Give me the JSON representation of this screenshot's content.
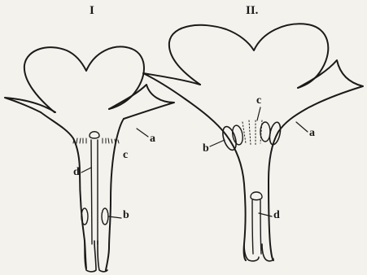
{
  "figures": [
    {
      "title": "I",
      "labels": {
        "a": "a",
        "b": "b",
        "c": "c",
        "d": "d"
      }
    },
    {
      "title": "II.",
      "labels": {
        "a": "a",
        "b": "b",
        "c": "c",
        "d": "d"
      }
    }
  ],
  "colors": {
    "ink": "#1a1a1a",
    "paper": "#f4f2ec"
  }
}
